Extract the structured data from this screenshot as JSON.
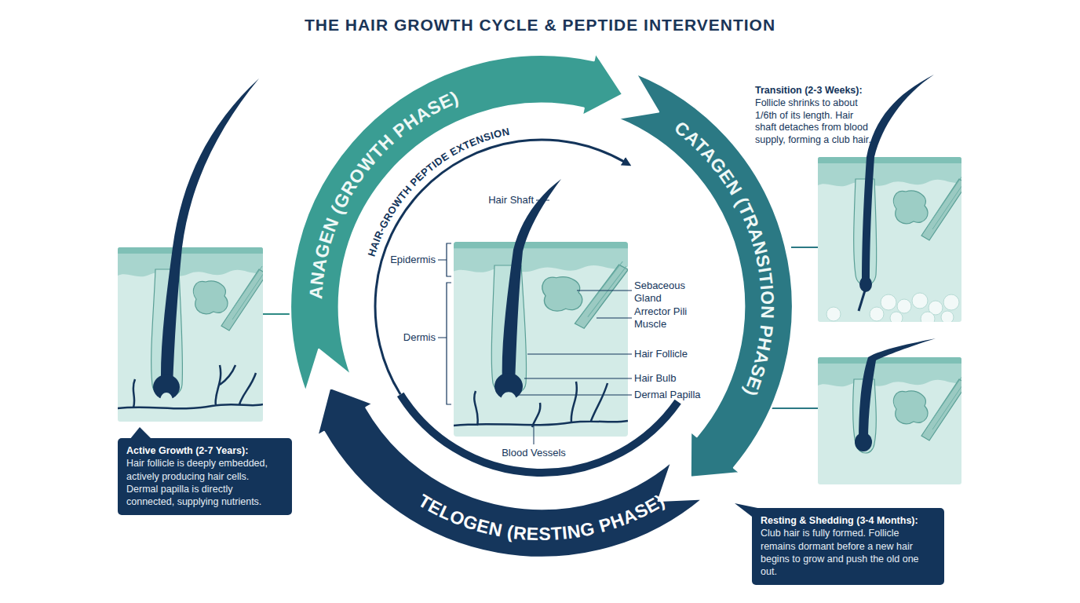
{
  "diagram": {
    "title": "THE HAIR GROWTH CYCLE & PEPTIDE INTERVENTION",
    "nodes": [
      {
        "text": [
          "ANAGEN (GROWTH PHASE)"
        ]
      },
      {
        "text": [
          "CATAGEN (TRANSITION PHASE)"
        ]
      },
      {
        "text": [
          "TELOGEN (RESTING PHASE)"
        ]
      },
      {
        "text": [
          "Active Growth (2-7 Years):",
          "Hair follicle is deeply embedded, actively producing hair cells. Dermal papilla is directly connected, supplying nutrients."
        ]
      },
      {
        "text": [
          "Resting & Shedding (3-4 Months):",
          "Club hair is fully formed. Follicle remains dormant before a new hair begins to grow and push the old one out."
        ]
      }
    ],
    "labels": [
      "Transition (2-3 Weeks):",
      "Follicle shrinks to about 1/6th of its length. Hair shaft detaches from blood supply, forming a club hair.",
      "HAIR-GROWTH PEPTIDE EXTENSION",
      "Hair Shaft",
      "Epidermis",
      "Dermis",
      "Sebaceous Gland",
      "Arrector Pili Muscle",
      "Hair Follicle",
      "Hair Bulb",
      "Dermal Papilla",
      "Blood Vessels"
    ]
  }
}
